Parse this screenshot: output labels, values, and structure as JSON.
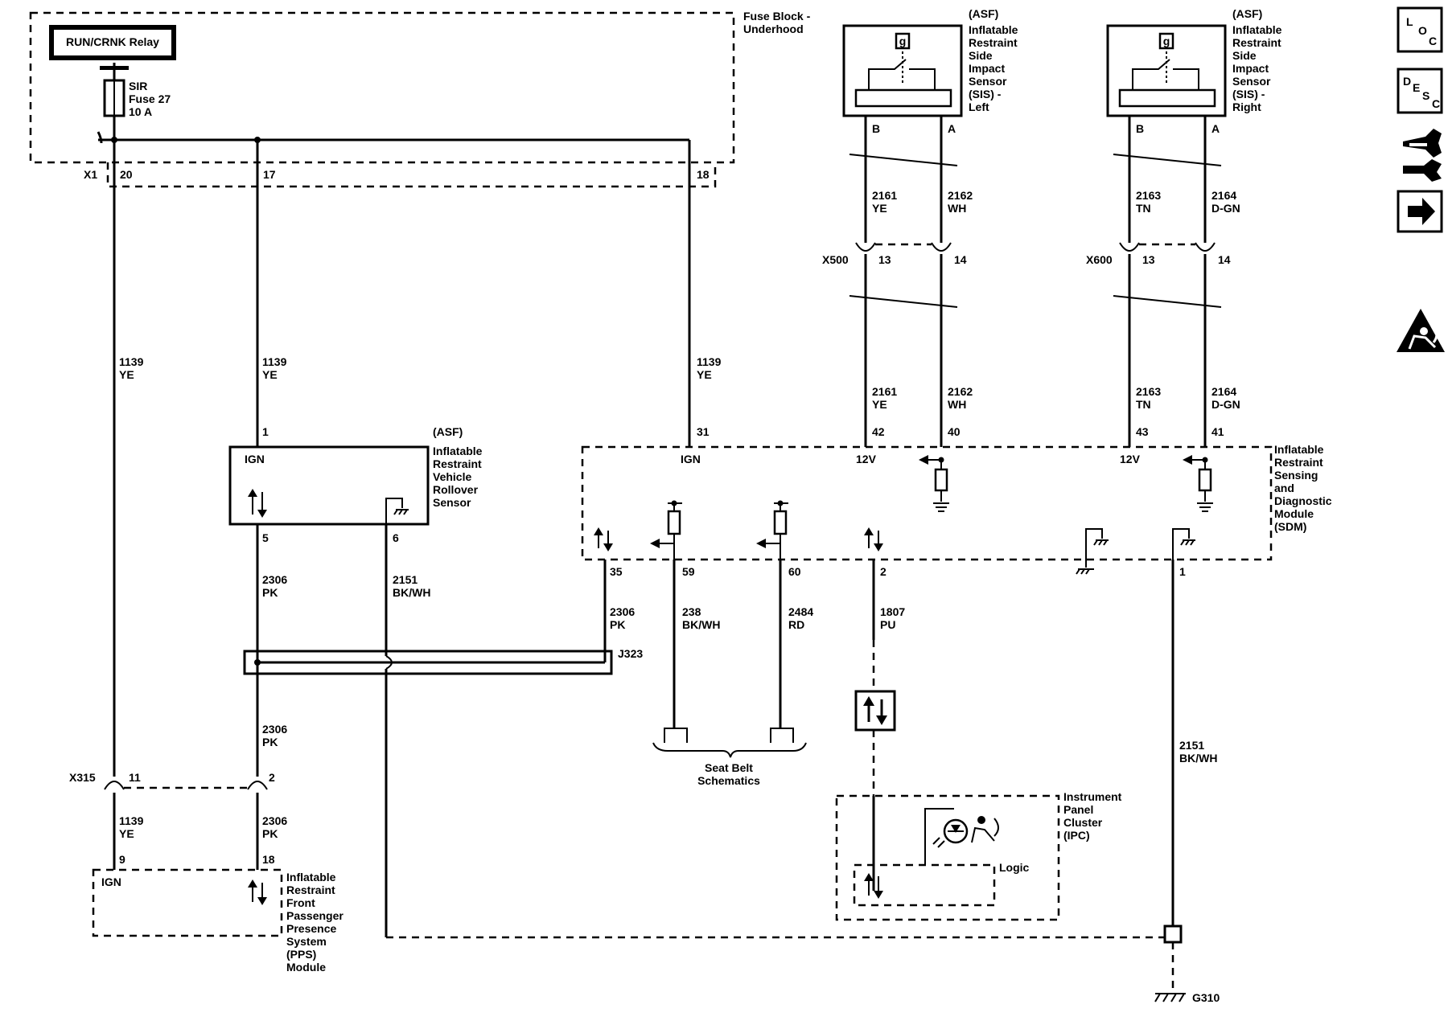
{
  "relay": {
    "label": "RUN/CRNK Relay"
  },
  "fuse_block": {
    "name": "Fuse Block -",
    "name2": "Underhood",
    "fuse_lines": [
      "SIR",
      "Fuse 27",
      "10 A"
    ],
    "connector": "X1",
    "pins": [
      "20",
      "17",
      "18"
    ]
  },
  "sis_left": {
    "asf": "(ASF)",
    "lines": [
      "Inflatable",
      "Restraint",
      "Side",
      "Impact",
      "Sensor",
      "(SIS) -",
      "Left"
    ],
    "pin_b": "B",
    "pin_a": "A",
    "icon": "g",
    "connector": "X500",
    "conn_pins": [
      "13",
      "14"
    ],
    "circuits_top": [
      [
        "2161",
        "YE"
      ],
      [
        "2162",
        "WH"
      ]
    ],
    "circuits_bottom": [
      [
        "2161",
        "YE"
      ],
      [
        "2162",
        "WH"
      ]
    ]
  },
  "sis_right": {
    "asf": "(ASF)",
    "lines": [
      "Inflatable",
      "Restraint",
      "Side",
      "Impact",
      "Sensor",
      "(SIS) -",
      "Right"
    ],
    "pin_b": "B",
    "pin_a": "A",
    "icon": "g",
    "connector": "X600",
    "conn_pins": [
      "13",
      "14"
    ],
    "circuits_top": [
      [
        "2163",
        "TN"
      ],
      [
        "2164",
        "D-GN"
      ]
    ],
    "circuits_bottom": [
      [
        "2163",
        "TN"
      ],
      [
        "2164",
        "D-GN"
      ]
    ]
  },
  "wires_main": [
    [
      "1139",
      "YE"
    ],
    [
      "1139",
      "YE"
    ],
    [
      "1139",
      "YE"
    ]
  ],
  "rollover": {
    "asf": "(ASF)",
    "lines": [
      "Inflatable",
      "Restraint",
      "Vehicle",
      "Rollover",
      "Sensor"
    ],
    "pin_top": "1",
    "ign": "IGN",
    "pins_bottom": [
      "5",
      "6"
    ],
    "circuits": [
      [
        "2306",
        "PK"
      ],
      [
        "2151",
        "BK/WH"
      ]
    ]
  },
  "sdm": {
    "lines": [
      "Inflatable",
      "Restraint",
      "Sensing",
      "and",
      "Diagnostic",
      "Module",
      "(SDM)"
    ],
    "pins_top": [
      "31",
      "42",
      "40",
      "43",
      "41"
    ],
    "labels": [
      "IGN",
      "12V",
      "12V"
    ],
    "pins_bottom": [
      "35",
      "59",
      "60",
      "2",
      "1"
    ]
  },
  "sdm_circuits": [
    [
      "2306",
      "PK"
    ],
    [
      "238",
      "BK/WH"
    ],
    [
      "2484",
      "RD"
    ],
    [
      "1807",
      "PU"
    ],
    [
      "2151",
      "BK/WH"
    ]
  ],
  "splice": "J323",
  "seat_belt": [
    "Seat Belt",
    "Schematics"
  ],
  "x315": {
    "name": "X315",
    "pins": [
      "11",
      "2"
    ],
    "circuits": [
      [
        "2306",
        "PK"
      ],
      [
        "1139",
        "YE"
      ],
      [
        "2306",
        "PK"
      ]
    ]
  },
  "pps": {
    "pins": [
      "9",
      "18"
    ],
    "ign": "IGN",
    "lines": [
      "Inflatable",
      "Restraint",
      "Front",
      "Passenger",
      "Presence",
      "System",
      "(PPS)",
      "Module"
    ]
  },
  "ipc": {
    "lines": [
      "Instrument",
      "Panel",
      "Cluster",
      "(IPC)"
    ],
    "logic": "Logic"
  },
  "ground": "G310",
  "side_icons": {
    "loc": [
      "L",
      "O",
      "C"
    ],
    "desc": [
      "D",
      "E",
      "S",
      "C"
    ],
    "names": [
      "loc-icon",
      "desc-icon",
      "connector-tool-icon",
      "next-arrow-icon",
      "airbag-warning-icon"
    ]
  }
}
